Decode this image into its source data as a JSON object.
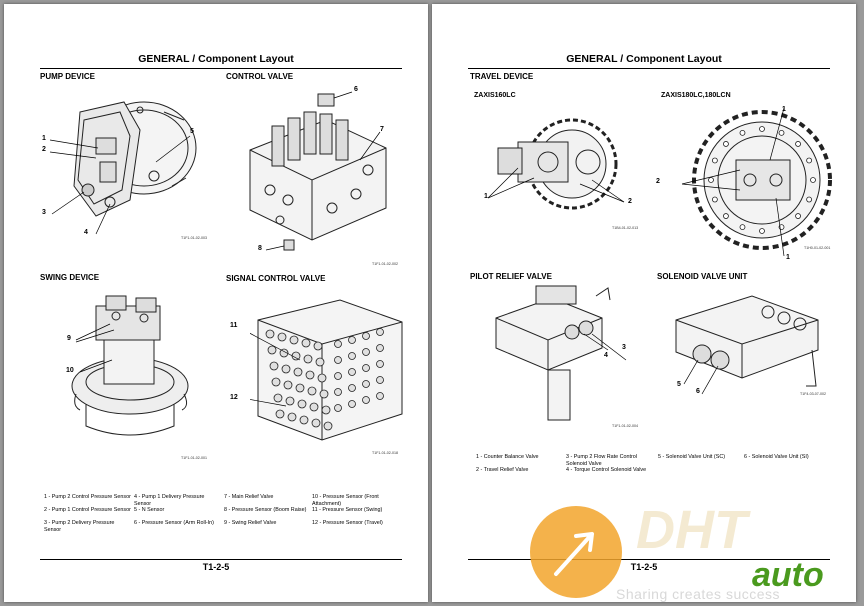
{
  "header_title": "GENERAL / Component Layout",
  "left": {
    "sections": {
      "pump": "PUMP DEVICE",
      "control": "CONTROL VALVE",
      "swing": "SWING DEVICE",
      "signal": "SIGNAL CONTROL VALVE"
    },
    "codes": {
      "pump": "T1F1-01-02-003",
      "control": "T1F1-01-02-002",
      "swing": "T1F1-01-02-001",
      "signal": "T1F1-01-02-018"
    },
    "callouts": {
      "c1": "1",
      "c2": "2",
      "c3": "3",
      "c4": "4",
      "c5": "5",
      "c6": "6",
      "c7": "7",
      "c8": "8",
      "c9": "9",
      "c10": "10",
      "c11": "11",
      "c12": "12"
    },
    "legend": [
      "1 - Pump 2 Control Pressure Sensor",
      "2 - Pump 1 Control Pressure Sensor",
      "3 - Pump 2 Delivery Pressure Sensor",
      "4 - Pump 1 Delivery Pressure Sensor",
      "5 - N Sensor",
      "6 - Pressure Sensor (Arm Roll-In)",
      "7 - Main Relief Valve",
      "8 - Pressure Sensor (Boom Raise)",
      "9 - Swing Relief Valve",
      "10 - Pressure Sensor (Front Attachment)",
      "11 - Pressure Sensor (Swing)",
      "12 - Pressure Sensor (Travel)"
    ],
    "page_number": "T1-2-5"
  },
  "right": {
    "sections": {
      "travel": "TRAVEL DEVICE",
      "pilot": "PILOT RELIEF VALVE",
      "solenoid": "SOLENOID VALVE UNIT"
    },
    "subtitles": {
      "m160": "ZAXIS160LC",
      "m180": "ZAXIS180LC,180LCN"
    },
    "codes": {
      "travel160": "T1B4-01-02-013",
      "travel180": "T1H0-01-02-001",
      "pilot": "T1F1-01-02-004",
      "solenoid": "T1F4-03-07-002"
    },
    "callouts": {
      "r1a": "1",
      "r2a": "2",
      "r1b": "1",
      "r2b": "2",
      "r1c": "1",
      "r3": "3",
      "r4": "4",
      "r5": "5",
      "r6": "6"
    },
    "legend": [
      "1 - Counter Balance Valve",
      "2 - Travel Relief Valve",
      "3 - Pump 2 Flow Rate Control Solenoid Valve",
      "4 - Torque Control Solenoid Valve",
      "5 - Solenoid Valve Unit (SC)",
      "6 - Solenoid Valve Unit (SI)"
    ],
    "page_number": "T1-2-5"
  },
  "watermark": {
    "brand": "DHT",
    "suffix": "auto",
    "tagline": "Sharing creates success"
  },
  "colors": {
    "page": "#ffffff",
    "background": "#9a9a9a",
    "watermark_orange": "#f2a52b",
    "watermark_green": "#4a9a1e"
  }
}
